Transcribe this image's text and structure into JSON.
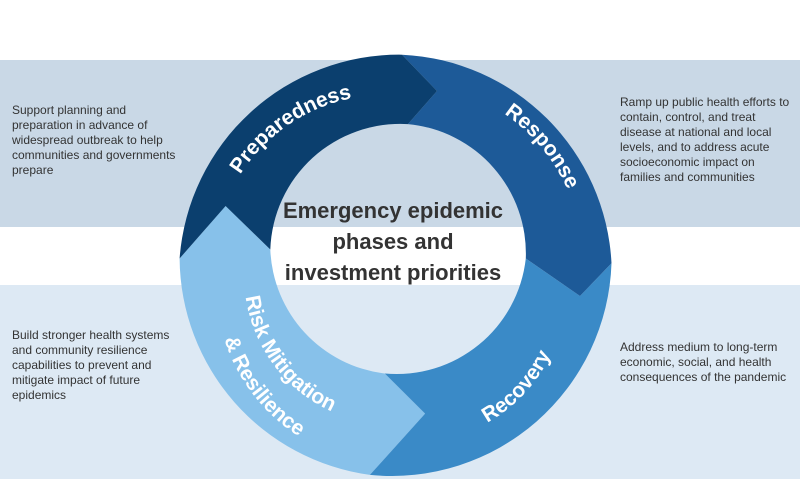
{
  "center": {
    "line1": "Emergency epidemic",
    "line2": "phases and",
    "line3": "investment priorities"
  },
  "phases": {
    "preparedness": {
      "label": "Preparedness",
      "color": "#0b3f6e",
      "description": "Support planning and preparation in advance of widespread outbreak to help communities and governments prepare"
    },
    "response": {
      "label": "Response",
      "color": "#1d5a98",
      "description": "Ramp up public health efforts to contain, control, and treat disease at national and local levels, and to address acute socioeconomic impact on families and communities"
    },
    "recovery": {
      "label": "Recovery",
      "color": "#3a8ac7",
      "description": "Address medium to long-term economic, social, and health consequences of the pandemic"
    },
    "risk": {
      "label_line1": "Risk Mitigation",
      "label_line2": "& Resilience",
      "color": "#87c1ea",
      "description": "Build stronger health systems and community resilience capabilities to prevent and mitigate impact of future epidemics"
    }
  },
  "colors": {
    "band_top": "#c9d8e6",
    "band_bottom": "#dde9f4",
    "text": "#333333"
  }
}
